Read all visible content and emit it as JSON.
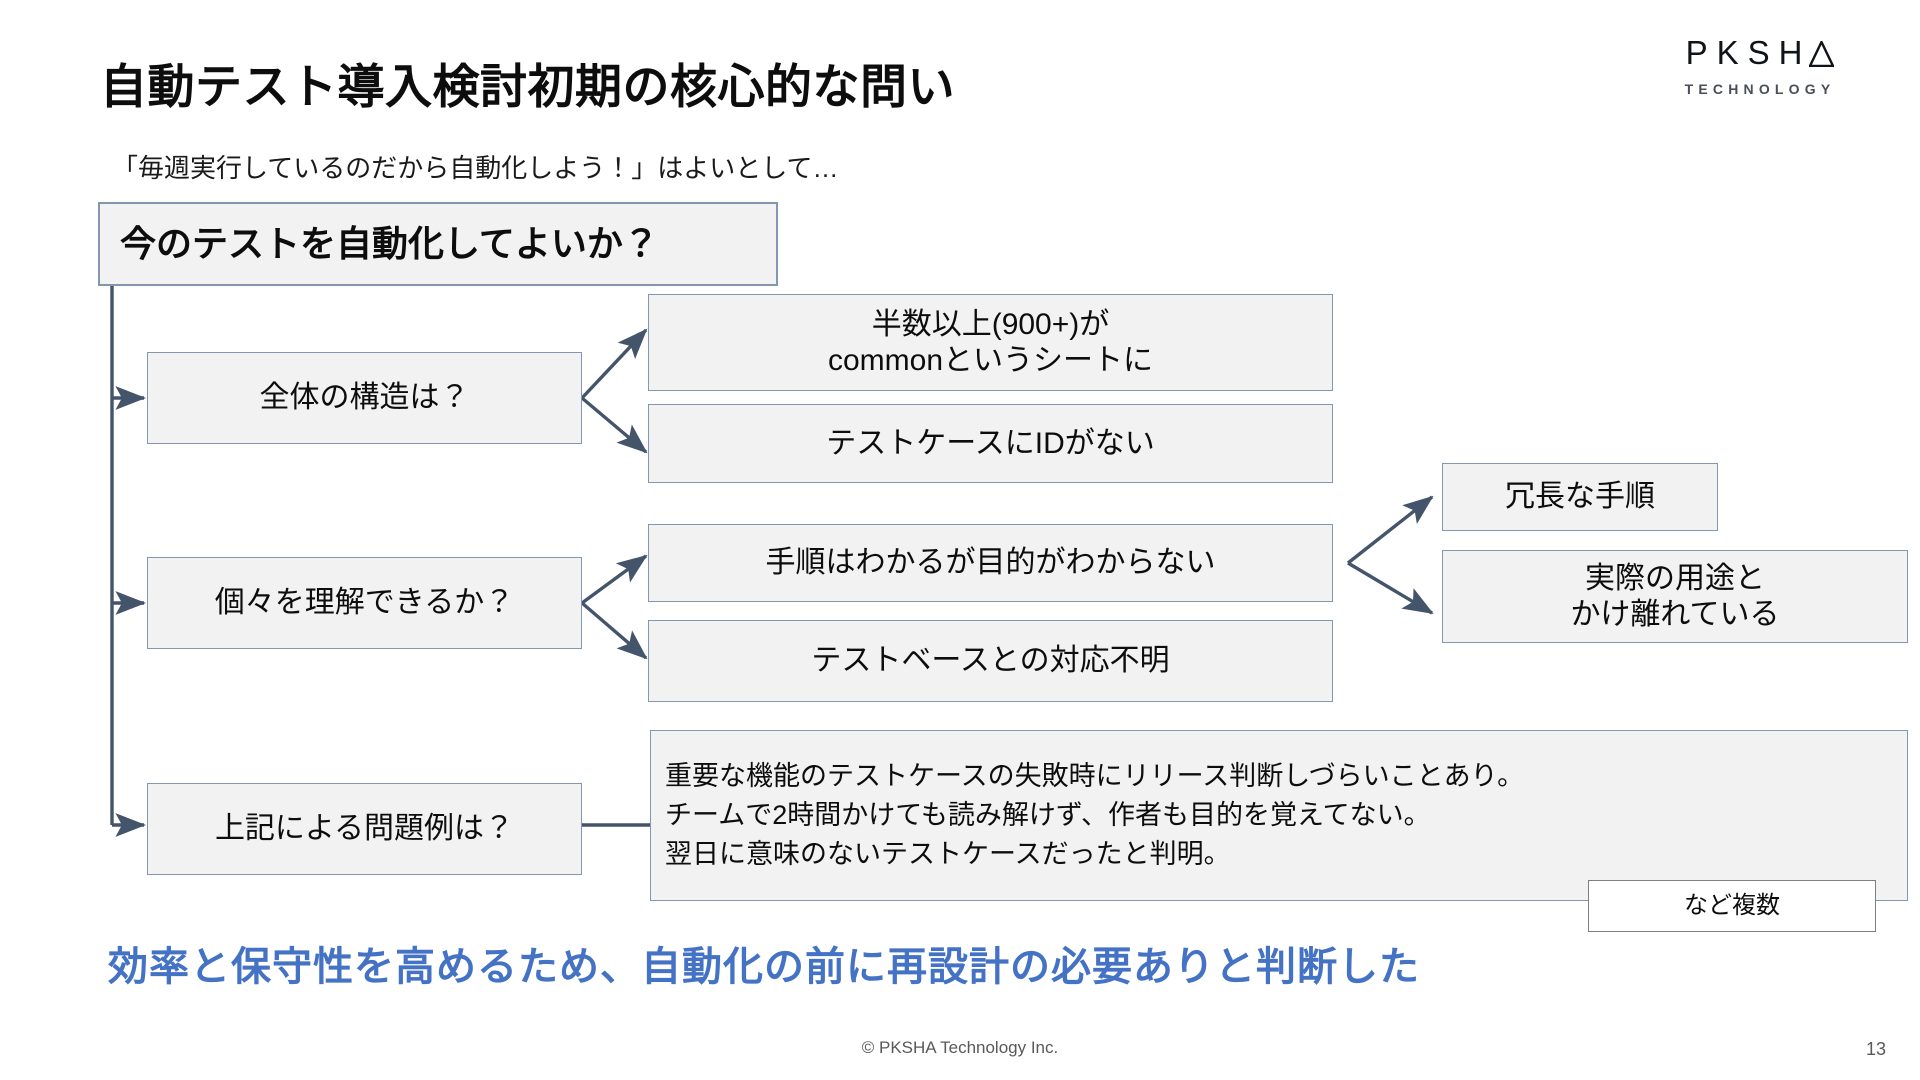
{
  "slide": {
    "title": "自動テスト導入検討初期の核心的な問い",
    "subtitle": "「毎週実行しているのだから自動化しよう！」はよいとして…",
    "conclusion": "効率と保守性を高めるため、自動化の前に再設計の必要ありと判断した",
    "page_number": "13"
  },
  "logo": {
    "name": "PKSH",
    "delta_letter": "A",
    "sub": "TECHNOLOGY"
  },
  "diagram": {
    "root": {
      "label": "今のテストを自動化してよいか？"
    },
    "branches": [
      {
        "question": "全体の構造は？",
        "answers": [
          "半数以上(900+)が\ncommonというシートに",
          "テストケースにIDがない"
        ]
      },
      {
        "question": "個々を理解できるか？",
        "answers": [
          "手順はわかるが目的がわからない",
          "テストベースとの対応不明"
        ]
      },
      {
        "question": "上記による問題例は？",
        "answers": [
          "重要な機能のテストケースの失敗時にリリース判断しづらいことあり。\nチームで2時間かけても読み解けず、作者も目的を覚えてない。\n翌日に意味のないテストケースだったと判明。"
        ]
      }
    ],
    "consequences": [
      "冗長な手順",
      "実際の用途と\nかけ離れている"
    ],
    "note": "など複数"
  },
  "footer": {
    "copyright": "© PKSHA Technology Inc."
  },
  "colors": {
    "node_fill": "#f2f2f2",
    "node_border": "#8497b0",
    "connector": "#44546a",
    "accent_blue": "#4472c4",
    "title_text": "#0d0d0d"
  }
}
